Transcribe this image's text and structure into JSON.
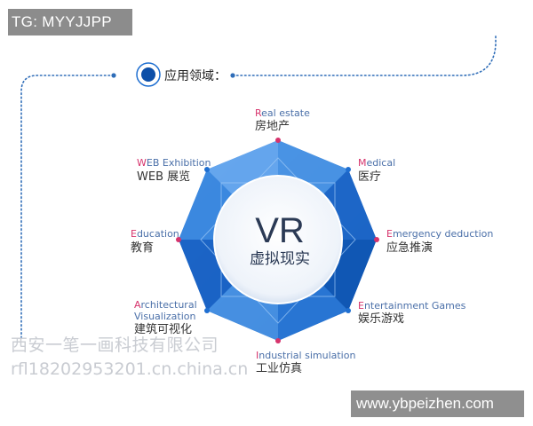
{
  "watermark": {
    "tag": "TG: MYYJJPP",
    "company": "西安一笔一画科技有限公司",
    "contact": "rfl18202953201.cn.china.cn",
    "site": "www.ybpeizhen.com"
  },
  "section": {
    "title": "应用领域："
  },
  "hub": {
    "title_en": "VR",
    "title_zh": "虚拟现实"
  },
  "nodes": [
    {
      "initial": "R",
      "rest": "eal estate",
      "zh": "房地产"
    },
    {
      "initial": "M",
      "rest": "edical",
      "zh": "医疗"
    },
    {
      "initial": "E",
      "rest": "mergency deduction",
      "zh": "应急推演"
    },
    {
      "initial": "E",
      "rest": "ntertainment Games",
      "zh": "娱乐游戏"
    },
    {
      "initial": "I",
      "rest": "ndustrial simulation",
      "zh": "工业仿真"
    },
    {
      "initial": "A",
      "rest": "rchitectural",
      "rest2": "Visualization",
      "zh": "建筑可视化"
    },
    {
      "initial": "E",
      "rest": "ducation",
      "zh": "教育"
    },
    {
      "initial": "W",
      "rest": "EB Exhibition",
      "zh": "WEB 展览"
    }
  ],
  "colors": {
    "primary_blue": "#1f6fd1",
    "dark_blue": "#0d4fa8",
    "light_blue": "#5fa6ee",
    "accent_pink": "#d6336c",
    "dot_line": "#2f6db8"
  }
}
